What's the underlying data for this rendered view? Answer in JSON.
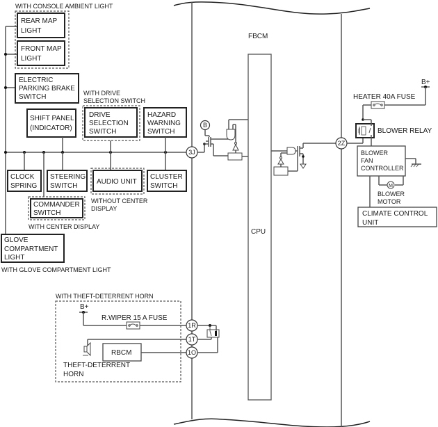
{
  "module": {
    "name": "FBCM",
    "cpu": "CPU"
  },
  "groups": {
    "console_ambient": "WITH CONSOLE AMBIENT LIGHT",
    "drive_selection": [
      "WITH DRIVE",
      "SELECTION SWITCH"
    ],
    "without_center": [
      "WITHOUT CENTER",
      "DISPLAY"
    ],
    "with_center": "WITH CENTER DISPLAY",
    "glove_light": "WITH GLOVE COMPARTMENT LIGHT",
    "theft_horn": "WITH THEFT-DETERRENT HORN"
  },
  "components": {
    "rear_map_light": [
      "REAR MAP",
      "LIGHT"
    ],
    "front_map_light": [
      "FRONT MAP",
      "LIGHT"
    ],
    "epb_switch": [
      "ELECTRIC",
      "PARKING BRAKE",
      "SWITCH"
    ],
    "shift_panel": [
      "SHIFT PANEL",
      "(INDICATOR)"
    ],
    "drive_selection_switch": [
      "DRIVE",
      "SELECTION",
      "SWITCH"
    ],
    "hazard_switch": [
      "HAZARD",
      "WARNING",
      "SWITCH"
    ],
    "clock_spring": [
      "CLOCK",
      "SPRING"
    ],
    "steering_switch": [
      "STEERING",
      "SWITCH"
    ],
    "audio_unit": "AUDIO UNIT",
    "cluster_switch": [
      "CLUSTER",
      "SWITCH"
    ],
    "commander_switch": [
      "COMMANDER",
      "SWITCH"
    ],
    "glove_light": [
      "GLOVE",
      "COMPARTMENT",
      "LIGHT"
    ],
    "heater_fuse": "HEATER 40A FUSE",
    "blower_relay": "BLOWER RELAY",
    "blower_fan_controller": [
      "BLOWER",
      "FAN",
      "CONTROLLER"
    ],
    "blower_motor": [
      "BLOWER",
      "MOTOR"
    ],
    "motor_symbol": "M",
    "climate_control": [
      "CLIMATE CONTROL",
      "UNIT"
    ],
    "rwiper_fuse": "R.WIPER 15 A FUSE",
    "rbcm": "RBCM",
    "theft_horn": [
      "THEFT-DETERRENT",
      "HORN"
    ]
  },
  "terminals": {
    "t3j": "3J",
    "t2z": "2Z",
    "tb": "B",
    "t1r": "1R",
    "t1t": "1T",
    "t1o": "1O"
  },
  "power": {
    "bplus_right": "B+",
    "bplus_left": "B+"
  }
}
